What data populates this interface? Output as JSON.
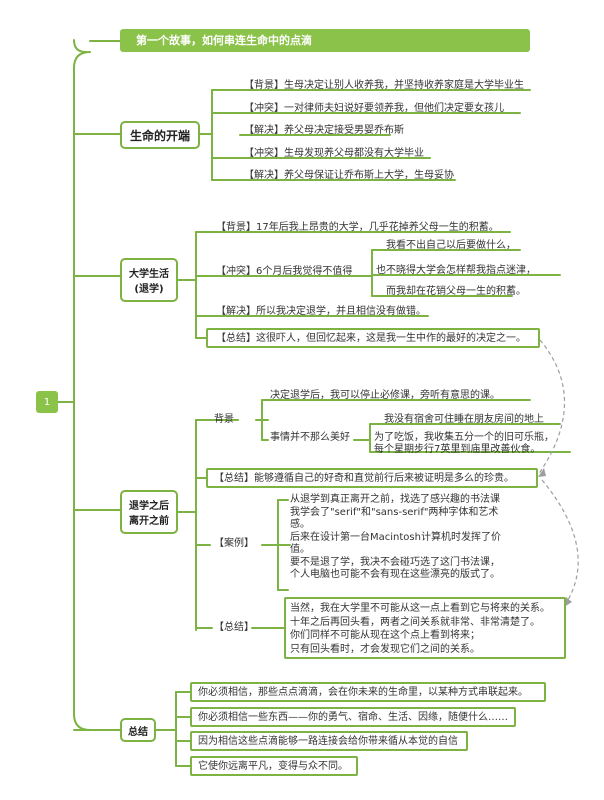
{
  "root": {
    "label": "1"
  },
  "title": "第一个故事，如何串连生命中的点滴",
  "sections": {
    "s1": {
      "label": "生命的开端",
      "items": [
        "【背景】生母决定让别人收养我，并坚持收养家庭是大学毕业生",
        "【冲突】一对律师夫妇说好要领养我，但他们决定要女孩儿",
        "【解决】养父母决定接受男婴乔布斯",
        "【冲突】生母发现养父母都没有大学毕业",
        "【解决】养父母保证让乔布斯上大学，生母妥协"
      ]
    },
    "s2": {
      "label": "大学生活\n(退学)",
      "bg": "【背景】17年后我上昂贵的大学，几乎花掉养父母一生的积蓄。",
      "conflict": "【冲突】6个月后我觉得不值得",
      "conflict_details": [
        "我看不出自己以后要做什么，",
        "也不晓得大学会怎样帮我指点迷津，",
        "而我却在花销父母一生的积蓄。"
      ],
      "resolve": "【解决】所以我决定退学，并且相信没有做错。",
      "summary": "【总结】这很吓人，但回忆起来，这是我一生中作的最好的决定之一。"
    },
    "s3": {
      "label": "退学之后\n离开之前",
      "bg_label": "背景",
      "bg_item1": "决定退学后，我可以停止必修课，旁听有意思的课。",
      "bg_item2": "事情并不那么美好",
      "bg_item2_details": [
        "我没有宿舍可住睡在朋友房间的地上",
        "为了吃饭，我收集五分一个的旧可乐瓶，\n每个星期步行7英里到庙里改善伙食。"
      ],
      "summary1": "【总结】能够遵循自己的好奇和直觉前行后来被证明是多么的珍贵。",
      "case_label": "【案例】",
      "case_text": "从退学到真正离开之前，找选了感兴趣的书法课\n我学会了\"serif\"和\"sans-serif\"两种字体和艺术感。\n后来在设计第一台Macintosh计算机时发挥了价值。\n要不是退了学，我决不会碰巧选了这门书法课，\n个人电脑也可能不会有现在这些漂亮的版式了。",
      "summary2_label": "【总结】",
      "summary2_text": "当然，我在大学里不可能从这一点上看到它与将来的关系。\n十年之后再回头看，两者之间关系就非常、非常清楚了。\n你们同样不可能从现在这个点上看到将来；\n只有回头看时，才会发现它们之间的关系。"
    },
    "s4": {
      "label": "总结",
      "items": [
        "你必须相信，那些点点滴滴，会在你未来的生命里，以某种方式串联起来。",
        "你必须相信一些东西——你的勇气、宿命、生活、因缘，随便什么……",
        "因为相信这些点滴能够一路连接会给你带来循从本觉的自信",
        "它使你远离平凡，变得与众不同。"
      ]
    }
  },
  "colors": {
    "accent": "#8bc34a",
    "line": "#7cb342",
    "dashed": "#9e9e9e"
  }
}
